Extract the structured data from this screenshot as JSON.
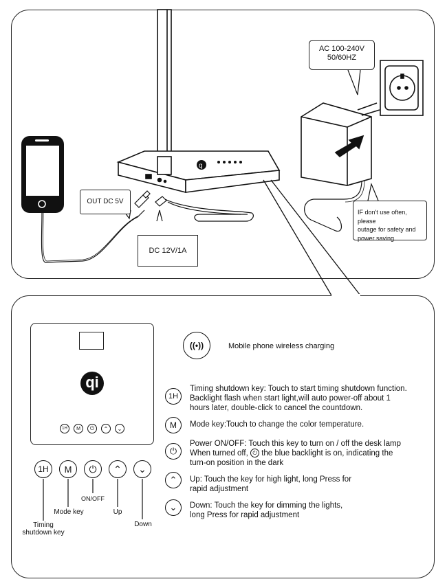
{
  "top": {
    "callout_ac_line1": "AC 100-240V",
    "callout_ac_line2": "50/60HZ",
    "callout_out": "OUT DC 5V",
    "callout_dc": "DC 12V/1A",
    "callout_note_line1": "IF don't use often, please",
    "callout_note_line2": "outage for safety and",
    "callout_note_line3": "power saving."
  },
  "bottom": {
    "wireless_label": "Mobile phone wireless charging",
    "icons": {
      "timing": "1H",
      "mode": "M"
    },
    "legend": [
      {
        "line1": "Timing shutdown key: Touch to start timing shutdown function.",
        "line2": "Backlight flash when start light,will auto power-off  about 1",
        "line3": "hours later, double-click to cancel the countdown."
      },
      {
        "line1": "Mode key:Touch to change the color temperature."
      },
      {
        "line1": "Power ON/OFF:  Touch this key to turn on / off the desk lamp",
        "line2a": "When turned off,",
        "line2b": "the blue backlight is on, indicating the",
        "line3": "turn-on position in the dark"
      },
      {
        "line1": "Up: Touch the key for high light, long Press for",
        "line2": "rapid adjustment"
      },
      {
        "line1": "Down:  Touch the key for dimming the lights,",
        "line2": "long Press for rapid adjustment"
      }
    ],
    "key_labels": {
      "timing_line1": "Timing",
      "timing_line2": "shutdown key",
      "mode": "Mode key",
      "onoff": "ON/OFF",
      "up": "Up",
      "down": "Down"
    }
  }
}
